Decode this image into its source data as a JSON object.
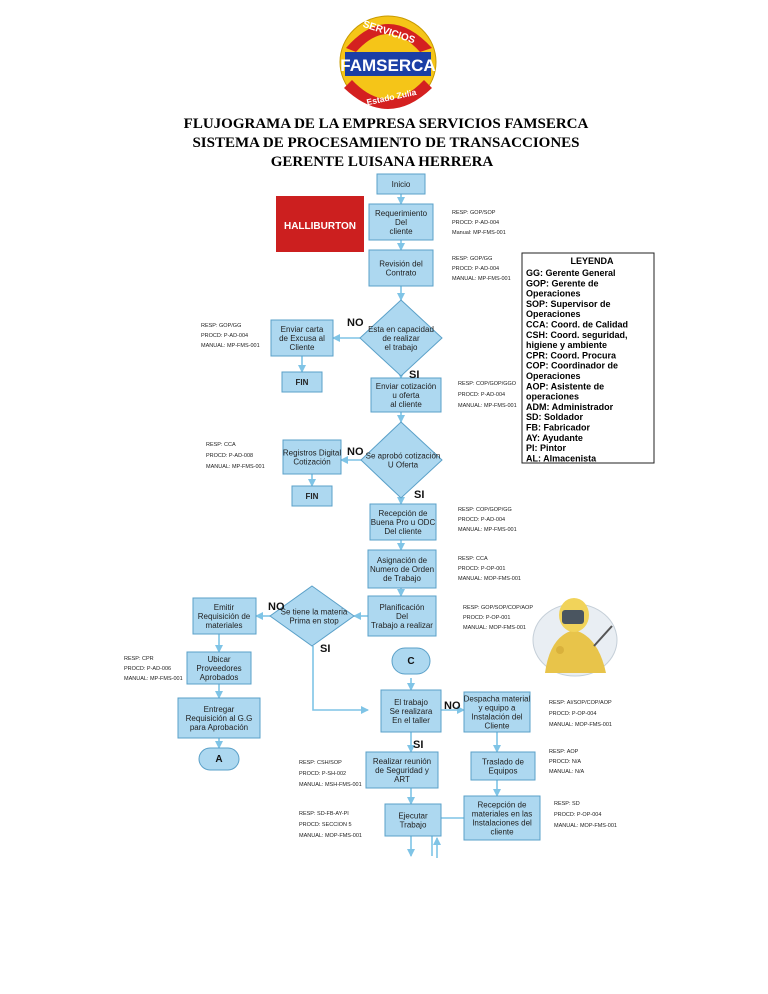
{
  "logo": {
    "top": "SERVICIOS",
    "main": "FAMSERCA",
    "bottom": "Estado Zulia"
  },
  "title_lines": [
    "FLUJOGRAMA DE LA EMPRESA SERVICIOS FAMSERCA",
    "SISTEMA DE PROCESAMIENTO DE TRANSACCIONES",
    "GERENTE LUISANA HERRERA"
  ],
  "client_logo": "HALLIBURTON",
  "nodes": {
    "inicio": [
      "Inicio"
    ],
    "requerimiento": [
      "Requerimiento",
      "Del",
      "cliente"
    ],
    "revision": [
      "Revisión del",
      "Contrato"
    ],
    "capacidad": [
      "Esta en capacidad",
      "de realizar",
      "el trabajo"
    ],
    "carta": [
      "Enviar carta",
      "de Excusa al",
      "Cliente"
    ],
    "fin1": [
      "FIN"
    ],
    "cotizacion": [
      "Enviar cotización",
      "u oferta",
      "al cliente"
    ],
    "aprobo": [
      "Se aprobó cotización",
      "U Oferta"
    ],
    "registros": [
      "Registros Digital",
      "Cotización"
    ],
    "fin2": [
      "FIN"
    ],
    "recepcion_odc": [
      "Recepción de",
      "Buena Pro u ODC",
      "Del cliente"
    ],
    "asignacion": [
      "Asignación de",
      "Numero de Orden",
      "de Trabajo"
    ],
    "planificacion": [
      "Planificación",
      "Del",
      "Trabajo a realizar"
    ],
    "materia": [
      "Se tiene la materia",
      "Prima en stop"
    ],
    "emitir": [
      "Emitir",
      "Requisición  de",
      "materiales"
    ],
    "ubicar": [
      "Ubicar",
      "Proveedores",
      "Aprobados"
    ],
    "entregar": [
      "Entregar",
      "Requisición al G.G",
      "para Aprobación"
    ],
    "conn_a": [
      "A"
    ],
    "conn_c": [
      "C"
    ],
    "taller": [
      "El trabajo",
      "Se realizara",
      "En el taller"
    ],
    "despacha": [
      "Despacha material",
      "y equipo a",
      "Instalación del",
      "Cliente"
    ],
    "reunion": [
      "Realizar  reunión",
      "de Seguridad y",
      "ART"
    ],
    "traslado": [
      "Traslado de",
      "Equipos"
    ],
    "recepcion_mat": [
      "Recepción de",
      "materiales en las",
      "Instalaciones del",
      "cliente"
    ],
    "ejecutar": [
      "Ejecutar",
      "Trabajo"
    ]
  },
  "decision_labels": {
    "capacidad_no": "NO",
    "capacidad_si": "SI",
    "aprobo_no": "NO",
    "aprobo_si": "SI",
    "materia_no": "NO",
    "materia_si": "SI",
    "taller_no": "NO",
    "taller_si": "SI"
  },
  "notes": {
    "requerimiento": [
      "RESP: GOP/SOP",
      "PROCD: P-AD-004",
      "Manual: MP-FMS-001"
    ],
    "revision": [
      "RESP: GOP/GG",
      "PROCD: P-AD-004",
      "MANUAL: MP-FMS-001"
    ],
    "carta": [
      "RESP: GOP/GG",
      "PROCD: P-AD-004",
      "MANUAL: MP-FMS-001"
    ],
    "cotizacion": [
      "RESP: COP/GOP/GGO",
      "PROCD: P-AD-004",
      "MANUAL: MP-FMS-001"
    ],
    "registros": [
      "RESP: CCA",
      "PROCD: P-AD-008",
      "MANUAL: MP-FMS-001"
    ],
    "recepcion_odc": [
      "RESP: COP/GOP/GG",
      "PROCD: P-AD-004",
      "MANUAL: MP-FMS-001"
    ],
    "asignacion": [
      "RESP: CCA",
      "PROCD: P-OP-001",
      "MANUAL: MOP-FMS-001"
    ],
    "planificacion": [
      "RESP: GOP/SOP/COP/AOP",
      "PROCD: P-OP-001",
      "MANUAL: MOP-FMS-001"
    ],
    "ubicar": [
      "RESP: CPR",
      "PROCD: P-AD-006",
      "MANUAL: MP-FMS-001"
    ],
    "despacha": [
      "RESP: AI/SOP/COP/AOP",
      "PROCD: P-OP-004",
      "MANUAL: MOP-FMS-001"
    ],
    "traslado": [
      "RESP: AOP",
      "PROCD: N/A",
      "MANUAL:  N/A"
    ],
    "reunion": [
      "RESP: CSH/SOP",
      "PROCD: P-SH-002",
      "MANUAL: MSH-FMS-001"
    ],
    "ejecutar": [
      "RESP: SD-FB-AY-PI",
      "PROCD: SECCION 5",
      "MANUAL: MOP-FMS-001"
    ],
    "recepcion_mat": [
      "RESP: SD",
      "PROCD: P-OP-004",
      "MANUAL: MOP-FMS-001"
    ]
  },
  "legend": {
    "title": "LEYENDA",
    "lines": [
      "GG: Gerente General",
      "GOP: Gerente de",
      "Operaciones",
      "SOP: Supervisor de",
      "Operaciones",
      "CCA: Coord. de Calidad",
      "CSH: Coord. seguridad,",
      "higiene y ambiente",
      "CPR: Coord. Procura",
      "COP: Coordinador de",
      "Operaciones",
      "AOP: Asistente de",
      "operaciones",
      "ADM: Administrador",
      "SD: Soldador",
      "FB: Fabricador",
      "AY: Ayudante",
      "PI: Pintor",
      "AL: Almacenista"
    ]
  },
  "colors": {
    "box_fill": "#add8f0",
    "box_stroke": "#5aa0c8",
    "line": "#7fc4e6",
    "logo_red": "#d42020",
    "logo_blue": "#1b3fa6"
  }
}
